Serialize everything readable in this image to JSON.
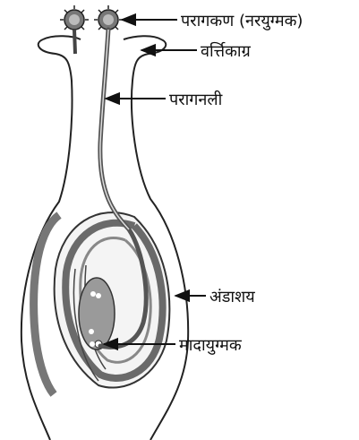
{
  "labels": {
    "pollen_grain": "परागकण (नरयुग्मक)",
    "stigma": "वर्त्तिकाग्र",
    "pollen_tube": "परागनली",
    "ovary": "अंडाशय",
    "female_gamete": "मादायुग्मक"
  }
}
